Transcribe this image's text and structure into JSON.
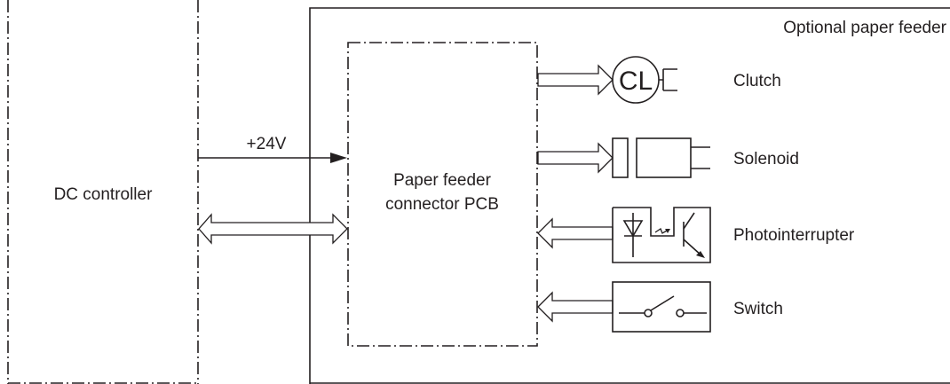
{
  "labels": {
    "optional_feeder": "Optional paper feeder",
    "dc_controller": "DC controller",
    "voltage": "+24V",
    "pcb_line1": "Paper feeder",
    "pcb_line2": "connector PCB",
    "clutch_symbol": "CL",
    "clutch": "Clutch",
    "solenoid": "Solenoid",
    "photointerrupter": "Photointerrupter",
    "switch": "Switch"
  },
  "connections": [
    {
      "from": "DC controller",
      "to": "Paper feeder connector PCB",
      "signal": "+24V",
      "type": "power"
    },
    {
      "from": "DC controller",
      "to": "Paper feeder connector PCB",
      "type": "bidirectional"
    },
    {
      "from": "Paper feeder connector PCB",
      "to": "Clutch",
      "type": "output"
    },
    {
      "from": "Paper feeder connector PCB",
      "to": "Solenoid",
      "type": "output"
    },
    {
      "from": "Photointerrupter",
      "to": "Paper feeder connector PCB",
      "type": "input"
    },
    {
      "from": "Switch",
      "to": "Paper feeder connector PCB",
      "type": "input"
    }
  ]
}
